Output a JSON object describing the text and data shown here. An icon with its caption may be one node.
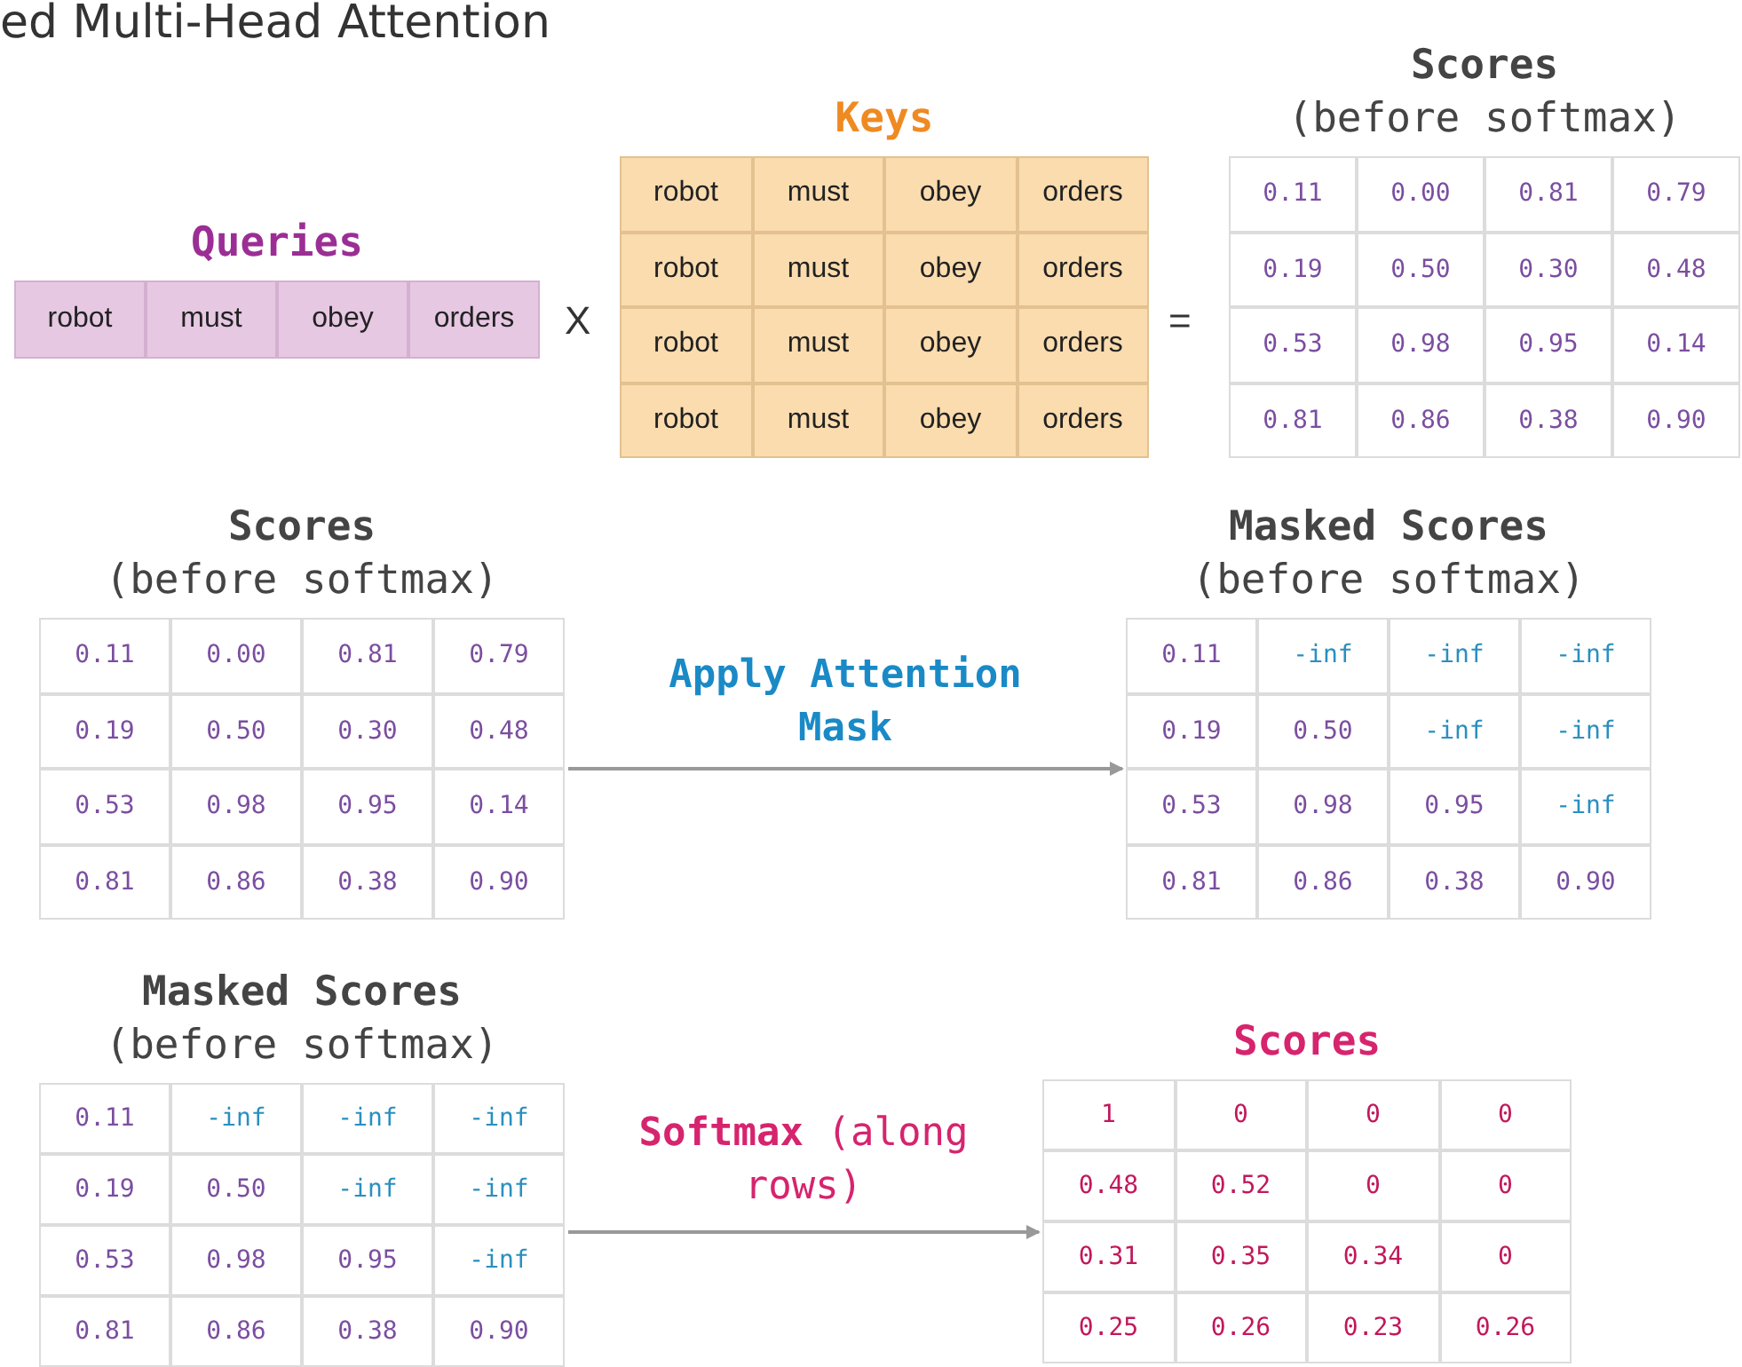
{
  "diagram": {
    "title": "ed Multi-Head Attention",
    "nodes": [
      {
        "text": [
          "Queries"
        ]
      },
      {
        "text": [
          "robot"
        ],
        "in": 0
      },
      {
        "text": [
          "must"
        ],
        "in": 0
      },
      {
        "text": [
          "obey"
        ],
        "in": 0
      },
      {
        "text": [
          "orders"
        ],
        "in": 0
      },
      {
        "text": [
          "Keys"
        ]
      },
      {
        "text": [
          "robot"
        ],
        "in": 5
      },
      {
        "text": [
          "must"
        ],
        "in": 5
      },
      {
        "text": [
          "obey"
        ],
        "in": 5
      },
      {
        "text": [
          "orders"
        ],
        "in": 5
      },
      {
        "text": [
          "robot"
        ],
        "in": 5
      },
      {
        "text": [
          "must"
        ],
        "in": 5
      },
      {
        "text": [
          "obey"
        ],
        "in": 5
      },
      {
        "text": [
          "orders"
        ],
        "in": 5
      },
      {
        "text": [
          "robot"
        ],
        "in": 5
      },
      {
        "text": [
          "must"
        ],
        "in": 5
      },
      {
        "text": [
          "obey"
        ],
        "in": 5
      },
      {
        "text": [
          "orders"
        ],
        "in": 5
      },
      {
        "text": [
          "robot"
        ],
        "in": 5
      },
      {
        "text": [
          "must"
        ],
        "in": 5
      },
      {
        "text": [
          "obey"
        ],
        "in": 5
      },
      {
        "text": [
          "orders"
        ],
        "in": 5
      },
      {
        "text": [
          "Scores",
          "(before softmax)"
        ]
      },
      {
        "text": [
          "0.11"
        ],
        "in": 22
      },
      {
        "text": [
          "0.00"
        ],
        "in": 22
      },
      {
        "text": [
          "0.81"
        ],
        "in": 22
      },
      {
        "text": [
          "0.79"
        ],
        "in": 22
      },
      {
        "text": [
          "0.19"
        ],
        "in": 22
      },
      {
        "text": [
          "0.50"
        ],
        "in": 22
      },
      {
        "text": [
          "0.30"
        ],
        "in": 22
      },
      {
        "text": [
          "0.48"
        ],
        "in": 22
      },
      {
        "text": [
          "0.53"
        ],
        "in": 22
      },
      {
        "text": [
          "0.98"
        ],
        "in": 22
      },
      {
        "text": [
          "0.95"
        ],
        "in": 22
      },
      {
        "text": [
          "0.14"
        ],
        "in": 22
      },
      {
        "text": [
          "0.81"
        ],
        "in": 22
      },
      {
        "text": [
          "0.86"
        ],
        "in": 22
      },
      {
        "text": [
          "0.38"
        ],
        "in": 22
      },
      {
        "text": [
          "0.90"
        ],
        "in": 22
      },
      {
        "text": [
          "Scores",
          "(before softmax)"
        ]
      },
      {
        "text": [
          "0.11"
        ],
        "in": 39
      },
      {
        "text": [
          "0.00"
        ],
        "in": 39
      },
      {
        "text": [
          "0.81"
        ],
        "in": 39
      },
      {
        "text": [
          "0.79"
        ],
        "in": 39
      },
      {
        "text": [
          "0.19"
        ],
        "in": 39
      },
      {
        "text": [
          "0.50"
        ],
        "in": 39
      },
      {
        "text": [
          "0.30"
        ],
        "in": 39
      },
      {
        "text": [
          "0.48"
        ],
        "in": 39
      },
      {
        "text": [
          "0.53"
        ],
        "in": 39
      },
      {
        "text": [
          "0.98"
        ],
        "in": 39
      },
      {
        "text": [
          "0.95"
        ],
        "in": 39
      },
      {
        "text": [
          "0.14"
        ],
        "in": 39
      },
      {
        "text": [
          "0.81"
        ],
        "in": 39
      },
      {
        "text": [
          "0.86"
        ],
        "in": 39
      },
      {
        "text": [
          "0.38"
        ],
        "in": 39
      },
      {
        "text": [
          "0.90"
        ],
        "in": 39
      },
      {
        "text": [
          "Masked Scores",
          "(before softmax)"
        ]
      },
      {
        "text": [
          "0.11"
        ],
        "in": 56
      },
      {
        "text": [
          "-inf"
        ],
        "in": 56
      },
      {
        "text": [
          "-inf"
        ],
        "in": 56
      },
      {
        "text": [
          "-inf"
        ],
        "in": 56
      },
      {
        "text": [
          "0.19"
        ],
        "in": 56
      },
      {
        "text": [
          "0.50"
        ],
        "in": 56
      },
      {
        "text": [
          "-inf"
        ],
        "in": 56
      },
      {
        "text": [
          "-inf"
        ],
        "in": 56
      },
      {
        "text": [
          "0.53"
        ],
        "in": 56
      },
      {
        "text": [
          "0.98"
        ],
        "in": 56
      },
      {
        "text": [
          "0.95"
        ],
        "in": 56
      },
      {
        "text": [
          "-inf"
        ],
        "in": 56
      },
      {
        "text": [
          "0.81"
        ],
        "in": 56
      },
      {
        "text": [
          "0.86"
        ],
        "in": 56
      },
      {
        "text": [
          "0.38"
        ],
        "in": 56
      },
      {
        "text": [
          "0.90"
        ],
        "in": 56
      },
      {
        "text": [
          "Masked Scores",
          "(before softmax)"
        ]
      },
      {
        "text": [
          "0.11"
        ],
        "in": 73
      },
      {
        "text": [
          "-inf"
        ],
        "in": 73
      },
      {
        "text": [
          "-inf"
        ],
        "in": 73
      },
      {
        "text": [
          "-inf"
        ],
        "in": 73
      },
      {
        "text": [
          "0.19"
        ],
        "in": 73
      },
      {
        "text": [
          "0.50"
        ],
        "in": 73
      },
      {
        "text": [
          "-inf"
        ],
        "in": 73
      },
      {
        "text": [
          "-inf"
        ],
        "in": 73
      },
      {
        "text": [
          "0.53"
        ],
        "in": 73
      },
      {
        "text": [
          "0.98"
        ],
        "in": 73
      },
      {
        "text": [
          "0.95"
        ],
        "in": 73
      },
      {
        "text": [
          "-inf"
        ],
        "in": 73
      },
      {
        "text": [
          "0.81"
        ],
        "in": 73
      },
      {
        "text": [
          "0.86"
        ],
        "in": 73
      },
      {
        "text": [
          "0.38"
        ],
        "in": 73
      },
      {
        "text": [
          "0.90"
        ],
        "in": 73
      },
      {
        "text": [
          "Scores"
        ]
      },
      {
        "text": [
          "1"
        ],
        "in": 90
      },
      {
        "text": [
          "0"
        ],
        "in": 90
      },
      {
        "text": [
          "0"
        ],
        "in": 90
      },
      {
        "text": [
          "0"
        ],
        "in": 90
      },
      {
        "text": [
          "0.48"
        ],
        "in": 90
      },
      {
        "text": [
          "0.52"
        ],
        "in": 90
      },
      {
        "text": [
          "0"
        ],
        "in": 90
      },
      {
        "text": [
          "0"
        ],
        "in": 90
      },
      {
        "text": [
          "0.31"
        ],
        "in": 90
      },
      {
        "text": [
          "0.35"
        ],
        "in": 90
      },
      {
        "text": [
          "0.34"
        ],
        "in": 90
      },
      {
        "text": [
          "0"
        ],
        "in": 90
      },
      {
        "text": [
          "0.25"
        ],
        "in": 90
      },
      {
        "text": [
          "0.26"
        ],
        "in": 90
      },
      {
        "text": [
          "0.23"
        ],
        "in": 90
      },
      {
        "text": [
          "0.26"
        ],
        "in": 90
      }
    ],
    "edges": [
      {
        "from": 39,
        "to": 56,
        "arrow": "to",
        "label": "Apply Attention Mask"
      },
      {
        "from": 73,
        "to": 90,
        "arrow": "to",
        "label": "**Softmax** (along rows)"
      }
    ],
    "labels": [
      "X",
      "="
    ]
  }
}
